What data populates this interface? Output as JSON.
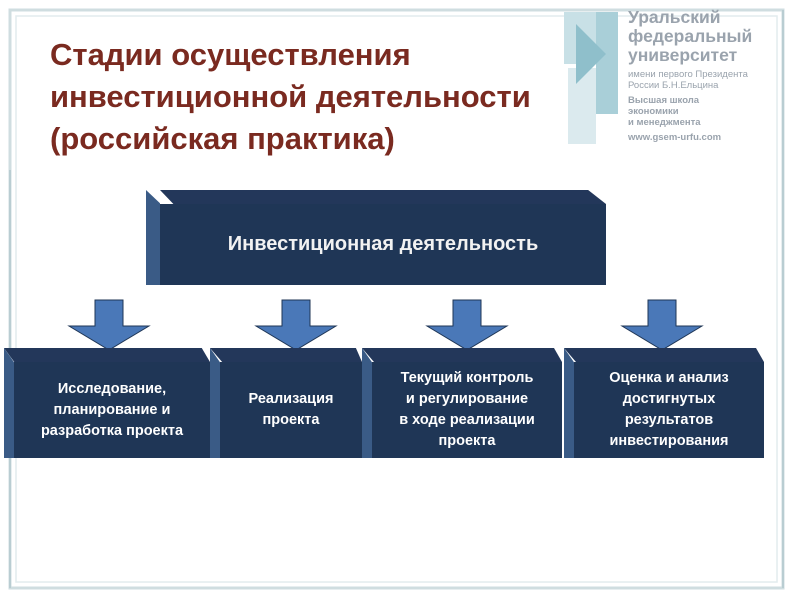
{
  "title": {
    "lines": [
      "Стадии осуществления",
      "инвестиционной деятельности",
      "(российская практика)"
    ]
  },
  "logo": {
    "name_lines": [
      "Уральский",
      "федеральный",
      "университет"
    ],
    "subtitle_lines": [
      "имени первого Президента",
      "России Б.Н.Ельцина"
    ],
    "school_lines": [
      "Высшая школа",
      "экономики",
      "и менеджмента"
    ],
    "url": "www.gsem-urfu.com"
  },
  "diagram": {
    "root": "Инвестиционная деятельность",
    "stages": [
      {
        "lines": [
          "Исследование,",
          "планирование и",
          "разработка проекта"
        ]
      },
      {
        "lines": [
          "Реализация",
          "проекта"
        ]
      },
      {
        "lines": [
          "Текущий контроль",
          "и регулирование",
          "в ходе реализации",
          "проекта"
        ]
      },
      {
        "lines": [
          "Оценка и анализ",
          "достигнутых",
          "результатов",
          "инвестирования"
        ]
      }
    ]
  },
  "colors": {
    "title": "#7a2a20",
    "box_fill": "#1f3656",
    "box_side": "#3a5b86",
    "arrow_fill": "#4a78b8",
    "frame": "#cfdde0"
  }
}
